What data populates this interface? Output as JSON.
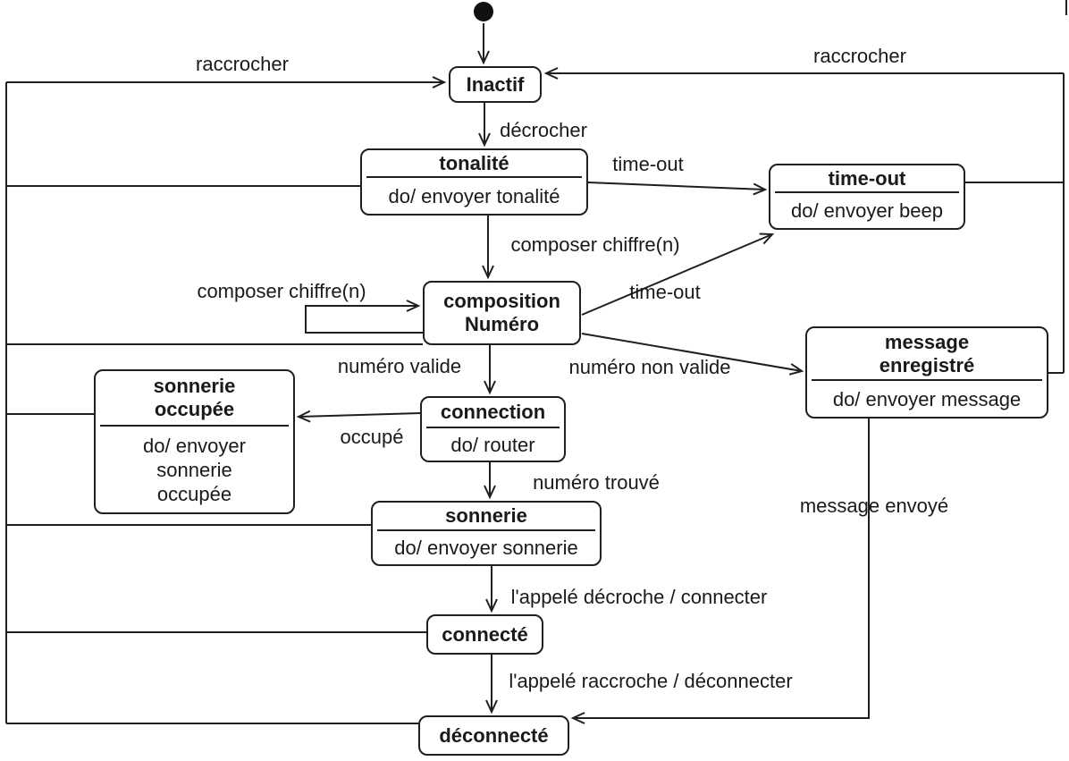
{
  "diagram": {
    "kind": "uml-state-machine",
    "subject": "téléphone",
    "colors": {
      "line": "#1f1f1f",
      "state_fill": "#ffffff",
      "background": "#ffffff",
      "text": "#1a1a1a"
    },
    "initial_pseudostate": "initial-state-dot"
  },
  "states": {
    "inactif": {
      "title": "Inactif"
    },
    "tonalite": {
      "title": "tonalité",
      "activity": "do/ envoyer tonalité"
    },
    "time_out": {
      "title": "time-out",
      "activity": "do/ envoyer beep"
    },
    "composition_numero": {
      "title": "composition\nNuméro"
    },
    "message_enregistre": {
      "title": "message\nenregistré",
      "activity": "do/ envoyer message"
    },
    "sonnerie_occupee": {
      "title": "sonnerie\noccupée",
      "activity": "do/ envoyer\nsonnerie\noccupée"
    },
    "connection": {
      "title": "connection",
      "activity": "do/ router"
    },
    "sonnerie": {
      "title": "sonnerie",
      "activity": "do/ envoyer sonnerie"
    },
    "connecte": {
      "title": "connecté"
    },
    "deconnecte": {
      "title": "déconnecté"
    }
  },
  "transitions": {
    "raccrocher_left": "raccrocher",
    "raccrocher_right": "raccrocher",
    "decrocher": "décrocher",
    "time_out_tonalite": "time-out",
    "composer_chiffre": "composer chiffre(n)",
    "composer_chiffre_self": "composer chiffre(n)",
    "time_out_composition": "time-out",
    "numero_valide": "numéro valide",
    "numero_non_valide": "numéro non valide",
    "occupe": "occupé",
    "numero_trouve": "numéro trouvé",
    "message_envoye": "message envoyé",
    "appele_decroche": "l'appelé décroche / connecter",
    "appele_raccroche": "l'appelé raccroche / déconnecter"
  }
}
